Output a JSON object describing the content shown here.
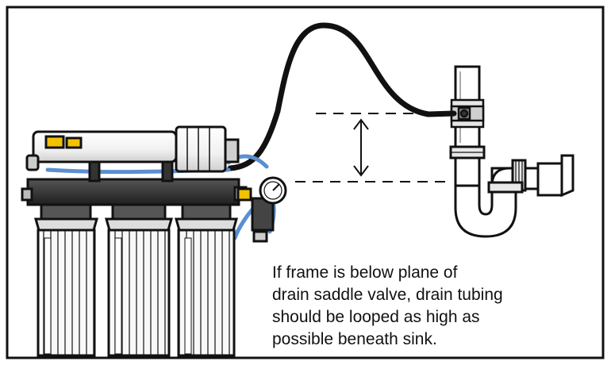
{
  "caption": {
    "lines": [
      "If frame is below plane of",
      "drain saddle valve, drain tubing",
      "should be looped as high as",
      "possible beneath sink."
    ]
  },
  "colors": {
    "outline": "#111111",
    "frame": "#2e2e2e",
    "housing": "#f7f7f7",
    "fitting_yellow": "#f2c200",
    "tubing_blue": "#5a8fd0",
    "background": "#ffffff"
  },
  "icons": {
    "gauge": "pressure-gauge-icon",
    "valve": "drain-saddle-valve-icon",
    "arrow": "double-headed-arrow-icon"
  }
}
